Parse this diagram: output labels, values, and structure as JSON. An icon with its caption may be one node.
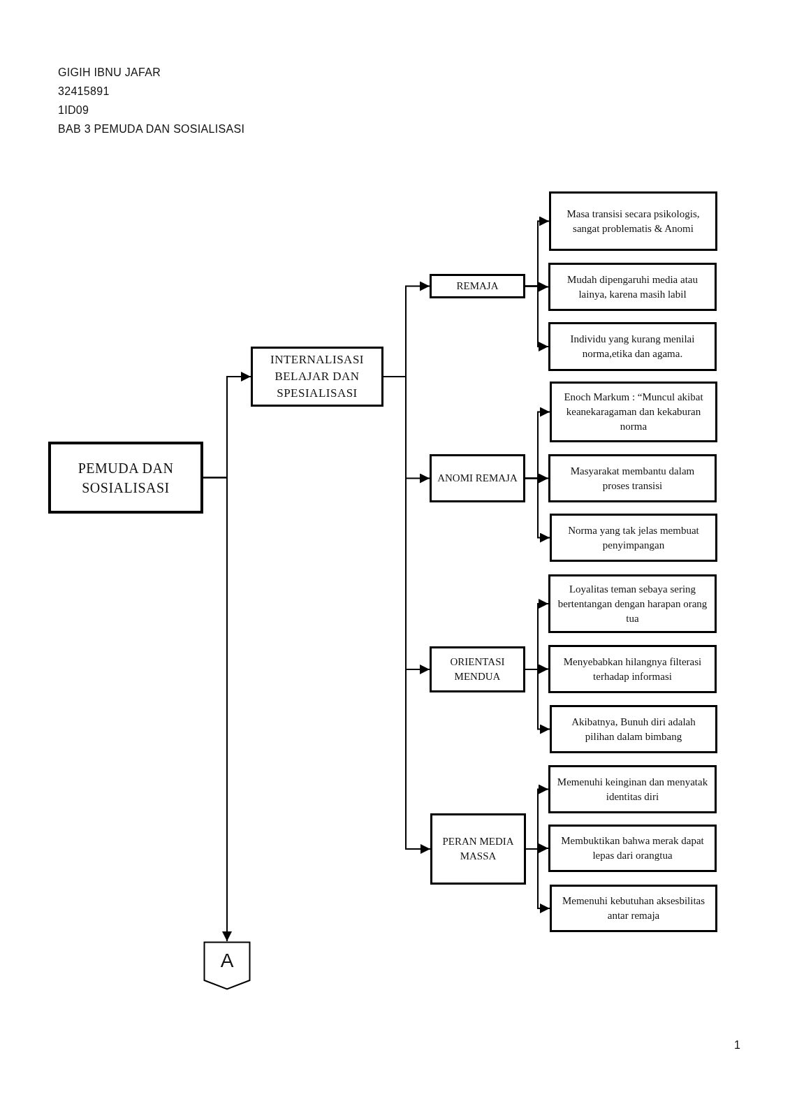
{
  "diagram": {
    "nodes": [
      {
        "text": [
          "PEMUDA DAN SOSIALISASI"
        ]
      },
      {
        "text": [
          "INTERNALISASI BELAJAR DAN SPESIALISASI"
        ]
      },
      {
        "text": [
          "REMAJA"
        ]
      },
      {
        "text": [
          "ANOMI REMAJA"
        ]
      },
      {
        "text": [
          "ORIENTASI MENDUA"
        ]
      },
      {
        "text": [
          "PERAN MEDIA MASSA"
        ]
      },
      {
        "text": [
          "Masa transisi secara psikologis, sangat problematis & Anomi"
        ]
      },
      {
        "text": [
          "Mudah dipengaruhi media atau lainya, karena masih labil"
        ]
      },
      {
        "text": [
          "Individu yang kurang menilai norma,etika dan agama."
        ]
      },
      {
        "text": [
          "Enoch Markum : “Muncul akibat keanekaragaman dan kekaburan norma"
        ]
      },
      {
        "text": [
          "Masyarakat membantu dalam proses transisi"
        ]
      },
      {
        "text": [
          "Norma yang tak jelas membuat penyimpangan"
        ]
      },
      {
        "text": [
          "Loyalitas teman sebaya sering bertentangan dengan harapan orang tua"
        ]
      },
      {
        "text": [
          "Menyebabkan hilangnya filterasi terhadap informasi"
        ]
      },
      {
        "text": [
          "Akibatnya, Bunuh diri adalah pilihan dalam bimbang"
        ]
      },
      {
        "text": [
          "Memenuhi keinginan dan menyatak identitas diri"
        ]
      },
      {
        "text": [
          "Membuktikan bahwa merak dapat lepas dari orangtua"
        ]
      },
      {
        "text": [
          "Memenuhi kebutuhan aksesbilitas antar remaja"
        ]
      },
      {
        "text": [
          "A"
        ]
      }
    ],
    "edges": [
      {
        "from": 0,
        "to": 1,
        "arrow": "to"
      },
      {
        "from": 0,
        "to": 18,
        "arrow": "to"
      },
      {
        "from": 1,
        "to": 2,
        "arrow": "to"
      },
      {
        "from": 1,
        "to": 3,
        "arrow": "to"
      },
      {
        "from": 1,
        "to": 4,
        "arrow": "to"
      },
      {
        "from": 1,
        "to": 5,
        "arrow": "to"
      },
      {
        "from": 2,
        "to": 6,
        "arrow": "to"
      },
      {
        "from": 2,
        "to": 7,
        "arrow": "to"
      },
      {
        "from": 2,
        "to": 8,
        "arrow": "to"
      },
      {
        "from": 3,
        "to": 9,
        "arrow": "to"
      },
      {
        "from": 3,
        "to": 10,
        "arrow": "to"
      },
      {
        "from": 3,
        "to": 11,
        "arrow": "to"
      },
      {
        "from": 4,
        "to": 12,
        "arrow": "to"
      },
      {
        "from": 4,
        "to": 13,
        "arrow": "to"
      },
      {
        "from": 4,
        "to": 14,
        "arrow": "to"
      },
      {
        "from": 5,
        "to": 15,
        "arrow": "to"
      },
      {
        "from": 5,
        "to": 16,
        "arrow": "to"
      },
      {
        "from": 5,
        "to": 17,
        "arrow": "to"
      }
    ],
    "labels": [
      "GIGIH IBNU JAFAR",
      "32415891",
      "1ID09",
      "BAB 3 PEMUDA DAN SOSIALISASI",
      "1"
    ]
  }
}
